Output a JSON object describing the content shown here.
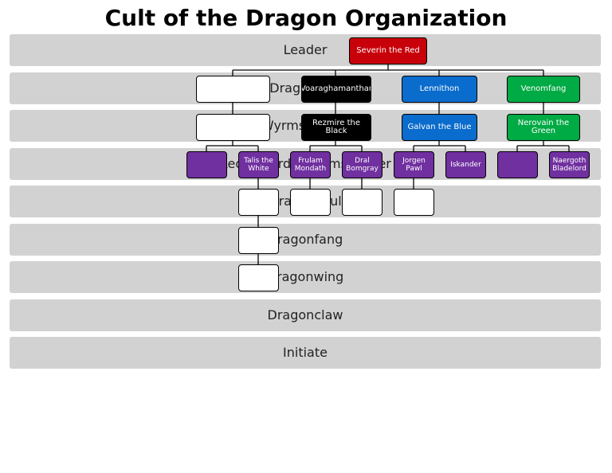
{
  "title": "Cult of the Dragon Organization",
  "colors": {
    "band": "#d2d2d2",
    "red": "#c8000a",
    "black": "#000000",
    "blue": "#0a6ccc",
    "green": "#00aa44",
    "purple": "#7030a0",
    "white": "#ffffff"
  },
  "ranks": [
    "Leader",
    "Dragonlord",
    "Wyrmspeaker",
    "Red Wizard / Wyrmspeaker",
    "Dragonsoul",
    "Dragonfang",
    "Dragonwing",
    "Dragonclaw",
    "Initiate"
  ],
  "nodes": {
    "leader": {
      "label": "Severin the Red",
      "color": "red"
    },
    "dragonlord": [
      {
        "label": "",
        "color": "white"
      },
      {
        "label": "Voaraghamanthar",
        "color": "black"
      },
      {
        "label": "Lennithon",
        "color": "blue"
      },
      {
        "label": "Venomfang",
        "color": "green"
      }
    ],
    "wyrmspeaker": [
      {
        "label": "",
        "color": "white"
      },
      {
        "label": "Rezmire the Black",
        "color": "black"
      },
      {
        "label": "Galvan the Blue",
        "color": "blue"
      },
      {
        "label": "Nerovain the Green",
        "color": "green"
      }
    ],
    "rank4": [
      {
        "label": "",
        "color": "purple"
      },
      {
        "label": "Talis the White",
        "color": "purple"
      },
      {
        "label": "Frulam Mondath",
        "color": "purple"
      },
      {
        "label": "Dral Bomgray",
        "color": "purple"
      },
      {
        "label": "Jorgen Pawl",
        "color": "purple"
      },
      {
        "label": "Iskander",
        "color": "purple"
      },
      {
        "label": "",
        "color": "purple"
      },
      {
        "label": "Naergoth Bladelord",
        "color": "purple"
      }
    ],
    "dragonsoul": [
      {
        "label": "",
        "color": "white"
      },
      {
        "label": "",
        "color": "white"
      },
      {
        "label": "",
        "color": "white"
      },
      {
        "label": "",
        "color": "white"
      }
    ],
    "dragonfang": [
      {
        "label": "",
        "color": "white"
      }
    ],
    "dragonwing": [
      {
        "label": "",
        "color": "white"
      }
    ]
  }
}
